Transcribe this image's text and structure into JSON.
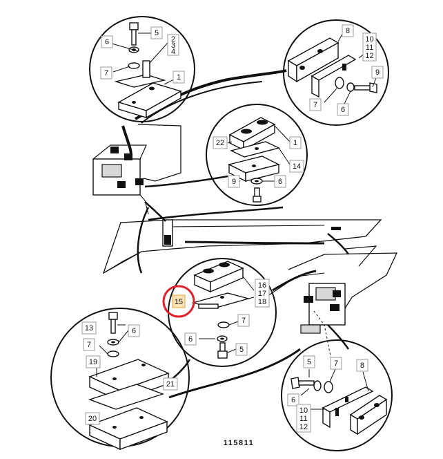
{
  "figure_number": "115811",
  "highlight": {
    "label": "15",
    "ring_color": "#e0202a",
    "fill_color": "#fde3b4"
  },
  "callouts": {
    "tl": [
      "5",
      "6",
      "2",
      "3",
      "4",
      "7",
      "1"
    ],
    "tr": [
      "8",
      "10",
      "11",
      "12",
      "9",
      "7",
      "6"
    ],
    "cu": [
      "22",
      "1",
      "14",
      "9",
      "6"
    ],
    "cl": [
      "15",
      "16",
      "17",
      "18",
      "7",
      "6",
      "5"
    ],
    "bl": [
      "13",
      "6",
      "7",
      "19",
      "21",
      "20"
    ],
    "br": [
      "5",
      "7",
      "8",
      "6",
      "10",
      "11",
      "12"
    ]
  }
}
